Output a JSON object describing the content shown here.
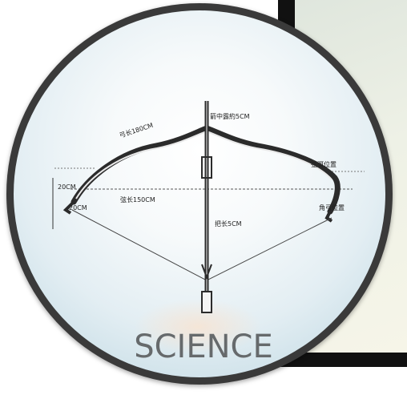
{
  "badge": {
    "title": "SCIENCE",
    "illustration": {
      "icon": "bow-diagram-icon",
      "annotations": {
        "top_arrow": "箭中露約5CM",
        "left_limb": "弓长180CM",
        "string": "弦长150CM",
        "right_top": "弦弭位置",
        "right_bottom": "角弓位置",
        "grip": "把长5CM",
        "left_a": "20CM",
        "left_b": "20CM"
      }
    }
  },
  "colors": {
    "frame": "#111111",
    "badge_rim": "#3a3a3a",
    "label": "#666a6c"
  }
}
